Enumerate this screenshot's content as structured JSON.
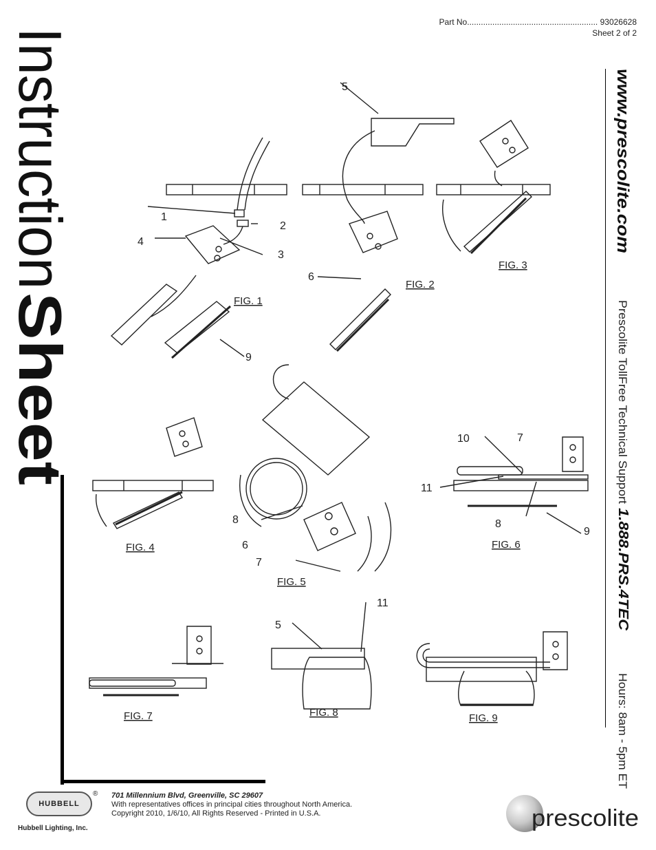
{
  "header": {
    "part_label": "Part No.........................................................",
    "part_number": "93026628",
    "sheet": "Sheet 2 of 2"
  },
  "title": {
    "part1": "Instruction",
    "part2": "Sheet"
  },
  "right_sidebar": {
    "website": "www.prescolite.com",
    "support_label": "Prescolite TollFree Technical Support",
    "phone": "1.888.PRS.4TEC",
    "hours": "Hours: 8am - 5pm ET"
  },
  "figures": [
    {
      "label": "FIG. 1"
    },
    {
      "label": "FIG. 2"
    },
    {
      "label": "FIG. 3"
    },
    {
      "label": "FIG. 4"
    },
    {
      "label": "FIG. 5"
    },
    {
      "label": "FIG. 6"
    },
    {
      "label": "FIG. 7"
    },
    {
      "label": "FIG. 8"
    },
    {
      "label": "FIG. 9"
    }
  ],
  "callouts": [
    "1",
    "2",
    "3",
    "4",
    "5",
    "6",
    "7",
    "8",
    "9",
    "10",
    "11"
  ],
  "footer": {
    "logo_text": "HUBBELL",
    "registered": "®",
    "company": "Hubbell Lighting, Inc.",
    "address": "701 Millennium Blvd, Greenville, SC 29607",
    "line2": "With representatives offices in principal cities throughout North America.",
    "line3": "Copyright 2010, 1/6/10, All Rights Reserved - Printed in U.S.A.",
    "brand": "prescolite"
  }
}
